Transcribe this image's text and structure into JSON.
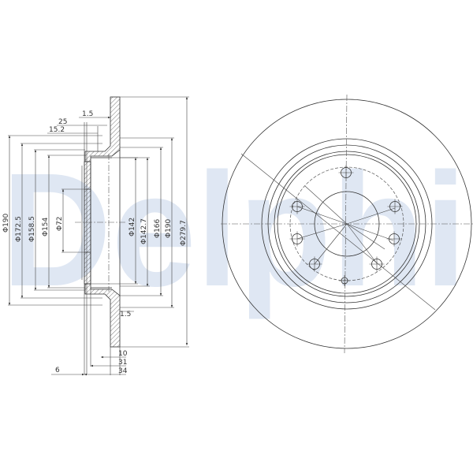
{
  "watermark": "Delphi",
  "colors": {
    "line": "#333333",
    "watermark": "#dfe7f3"
  },
  "side_view": {
    "left_diameters": [
      "Φ190",
      "Φ172.5",
      "Φ158.5",
      "Φ154",
      "Φ72"
    ],
    "right_diameters": [
      "Φ142",
      "Φ142.7",
      "Φ166",
      "Φ190",
      "Φ279.7"
    ],
    "top_dims": [
      "1.5",
      "25",
      "15.2"
    ],
    "bottom_dims": [
      "1.5",
      "10",
      "31",
      "34",
      "6"
    ]
  },
  "front_view": {
    "bolt_holes": 6,
    "locating_holes": 2
  }
}
